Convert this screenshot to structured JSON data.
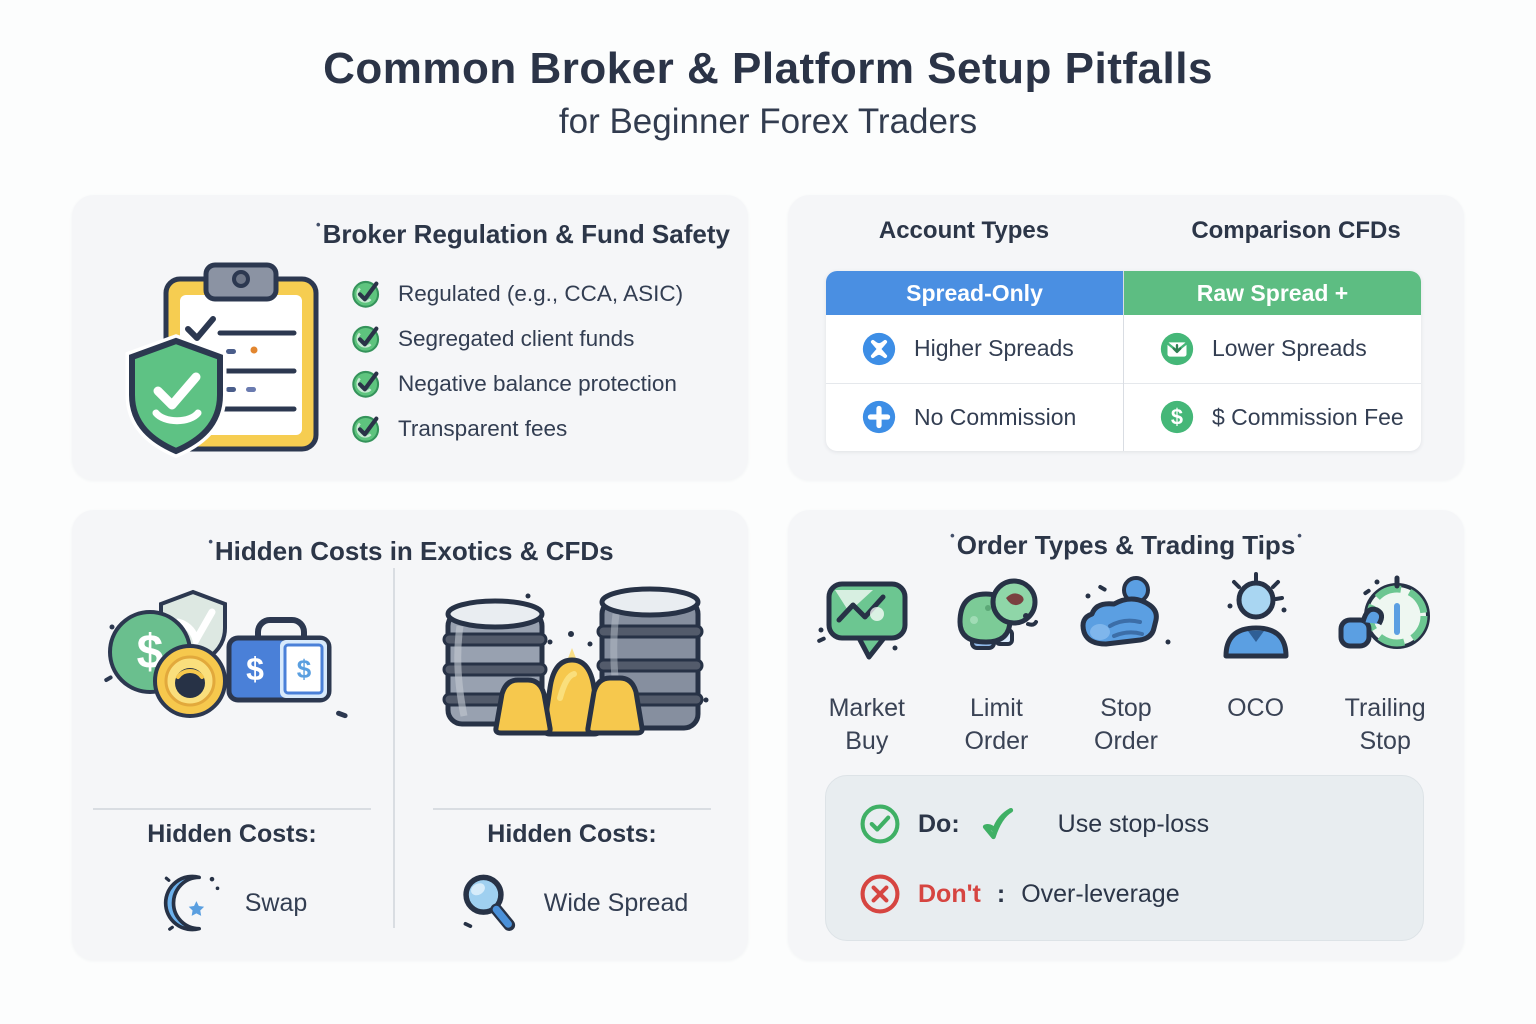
{
  "page": {
    "title": "Common Broker & Platform Setup Pitfalls",
    "subtitle": "for Beginner Forex Traders"
  },
  "panels": {
    "regulation": {
      "title_prefix": "•",
      "title": "Broker Regulation & Fund Safety",
      "illustration": "clipboard-with-shield",
      "items": [
        "Regulated (e.g., CCA, ASIC)",
        "Segregated client funds",
        "Negative balance protection",
        "Transparent fees"
      ]
    },
    "accounts": {
      "heading_left": "Account Types",
      "heading_right": "Comparison CFDs",
      "table": {
        "columns": [
          {
            "header": "Spread-Only",
            "header_color": "#4a8fe2",
            "rows": [
              {
                "icon": "x-circle",
                "label": "Higher Spreads"
              },
              {
                "icon": "plus-circle",
                "label": "No Commission"
              }
            ]
          },
          {
            "header": "Raw Spread +",
            "header_color": "#5dbd82",
            "rows": [
              {
                "icon": "envelope-down-circle",
                "label": "Lower Spreads"
              },
              {
                "icon": "dollar-circle",
                "label": "$ Commission Fee"
              }
            ]
          }
        ]
      }
    },
    "hidden_costs": {
      "title_prefix": "•",
      "title": "Hidden Costs in Exotics & CFDs",
      "columns": [
        {
          "illustration": "money-coins-briefcase",
          "subheading": "Hidden Costs:",
          "icon": "crescent-moon",
          "item": "Swap"
        },
        {
          "illustration": "oil-barrels-gold",
          "subheading": "Hidden Costs:",
          "icon": "magnifying-glass",
          "item": "Wide Spread"
        }
      ]
    },
    "orders": {
      "title_prefix": "•",
      "title": "Order Types & Trading Tips",
      "title_suffix": "•",
      "order_types": [
        {
          "icon": "chart-speech-bubble",
          "label": "Market\nBuy"
        },
        {
          "icon": "turtle",
          "label": "Limit\nOrder"
        },
        {
          "icon": "open-hand",
          "label": "Stop\nOrder"
        },
        {
          "icon": "person-alert",
          "label": "OCO"
        },
        {
          "icon": "hand-with-clock",
          "label": "Trailing\nStop"
        }
      ],
      "tips": {
        "do_label": "Do:",
        "do_text": "Use stop-loss",
        "dont_label": "Don't",
        "dont_separator": ": ",
        "dont_text": "Over-leverage"
      }
    }
  },
  "colors": {
    "title_navy": "#2b3447",
    "panel_bg": "#f5f6f8",
    "table_blue": "#4a8fe2",
    "table_green": "#5dbd82",
    "icon_blue": "#3d8ee6",
    "icon_green": "#45b778",
    "check_green": "#5ec47e",
    "do_green": "#3fb065",
    "dont_red": "#d64541",
    "tips_box_bg": "#e8edf0",
    "gold": "#f6c84d",
    "barrel_grey": "#98a1b0"
  }
}
